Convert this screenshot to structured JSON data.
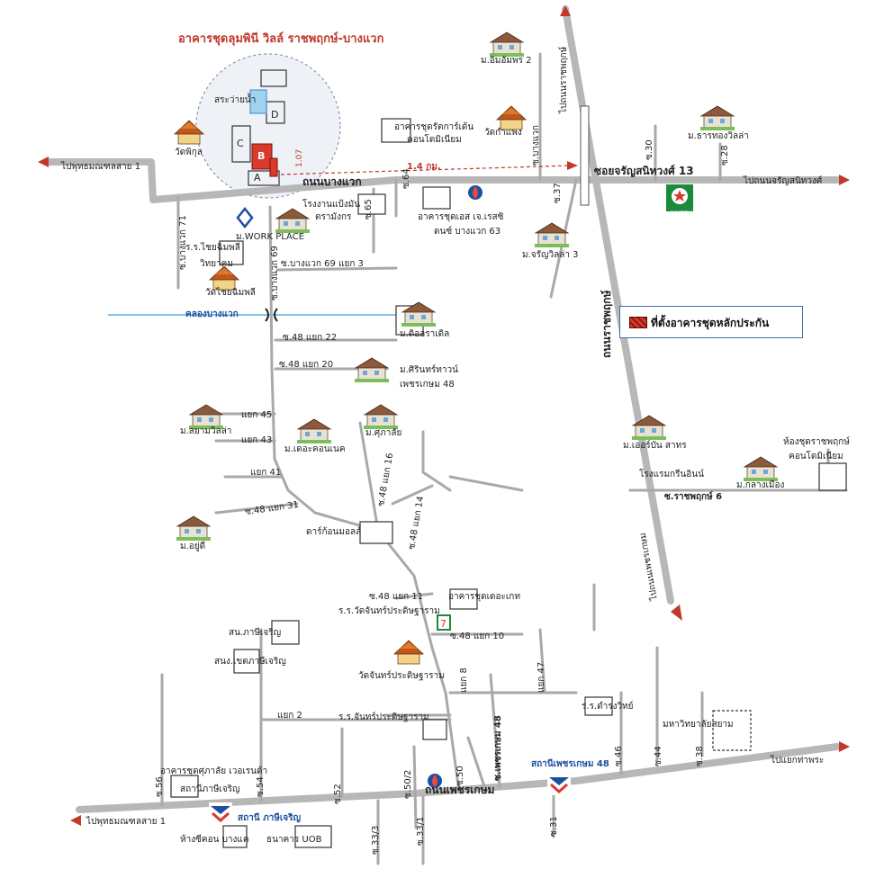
{
  "title": "อาคารชุดลุมพินี วิลล์ ราชพฤกษ์-บางแวก",
  "legend": {
    "label": "ที่ตั้งอาคารชุดหลักประกัน",
    "color": "#d93a2b"
  },
  "inset": {
    "pool": "สระว่ายน้ำ",
    "block_a": "A",
    "block_b": "B",
    "block_c": "C",
    "block_d": "D"
  },
  "distances": {
    "d1": "1.4 กม.",
    "d2": "1.07"
  },
  "roads": {
    "bang_waek": "ถนนบางแวก",
    "phetkasem": "ถนนเพชรเกษม",
    "ratchaphruek": "ถนนราชพฤกษ์",
    "charan13": "ซอยจรัญสนิทวงศ์ 13",
    "to_charan": "ไปถนนจรัญสนิทวงศ์",
    "to_phutthamonthon_top": "ไปพุทธมณฑลสาย 1",
    "to_phutthamonthon_bottom": "ไปพุทธมณฑลสาย 1",
    "to_tha_phra": "ไปแยกท่าพระ",
    "to_ratchaphruek_north": "ไปถนนราชพฤกษ์",
    "to_phetkasem": "ไปถนนเพชรเกษม",
    "canal": "คลองบางแวก"
  },
  "sois": {
    "s71": "ซ.บางแวก 71",
    "s69": "ซ.บางแวก 69",
    "s69_3": "ซ.บางแวก 69 แยก 3",
    "s65": "ซ.65",
    "s64": "ซ.64",
    "s_bang_waek_top": "ซ.บางแวก",
    "s37": "ซ.37",
    "s30": "ซ.30",
    "s28": "ซ.28",
    "s48_22": "ซ.48 แยก 22",
    "s48_20": "ซ.48 แยก 20",
    "y45": "แยก 45",
    "y43": "แยก 43",
    "y41": "แยก 41",
    "s48_31": "ซ.48 แยก 31",
    "s48_16": "ซ.48 แยก 16",
    "s48_14": "ซ.48 แยก 14",
    "s48_11": "ซ.48 แยก 11",
    "s48_10": "ซ.48 แยก 10",
    "s48_8": "แยก 8",
    "s48_7": "แยก 47",
    "rp6": "ซ.ราชพฤกษ์ 6",
    "y2": "แยก 2",
    "s56": "ซ.56",
    "s54": "ซ.54",
    "s52": "ซ.52",
    "s50_2": "ซ.50/2",
    "s50": "ซ.50",
    "s48": "ซ.เพชรเกษม 48",
    "s46": "ซ.46",
    "s44": "ซ.44",
    "s38": "ซ.38",
    "s33_3": "ซ.33/3",
    "s33_1": "ซ.33/1",
    "s31": "ซ.31"
  },
  "places": {
    "m_imsomphon": "ม.อิมอัมพร 2",
    "condo_ratkanton": "อาคารชุดรัตการ์เด้น",
    "condo_ratkanton2": "คอนโดมิเนียม",
    "wat_kamphaeng": "วัดกำแพง",
    "m_thanthong": "ม.ธารทองวิลล่า",
    "wat_phikun": "วัดพิกุล",
    "factory1": "โรงงานแป้งมัน",
    "factory2": "ตรามังกร",
    "condo_sl1": "อาคารชุดเอส เจ.เรสซิ",
    "condo_sl2": "ดนซ์ บางแวก 63",
    "m_workplace": "ม.WORK PLACE",
    "school_chaiyim1": "ร.ร.ไชยฉิมพลี",
    "school_chaiyim2": "วิทยาคม",
    "wat_chaiyim": "วัดไชยฉิมพลี",
    "m_charanvilla": "ม.จรัญวิลล่า 3",
    "m_dioraville": "ม.ดิออราเดิล",
    "m_sirin1": "ม.ศิรินทร์ทาวน์",
    "m_sirin2": "เพชรเกษม 48",
    "m_siam": "ม.สยามวิลล่า",
    "m_connect": "ม.เดอะคอนเนค",
    "m_supalai": "ม.ศุภาลัย",
    "m_airpin": "ม.เออร์บัน สาทร",
    "condo_rp1": "ห้องชุดราชพฤกษ์",
    "condo_rp2": "คอนโดมิเนียม",
    "hotel": "โรงแรมกรีนอินน์",
    "m_klangmueang": "ม.กลางเมือง",
    "m_yudee": "ม.อยู่ดี",
    "dartmall": "ดาร์ก้อนมอลล์",
    "school_watchan": "ร.ร.วัดจันทร์ประดิษฐาราม",
    "condo_detect": "อาคารชุดเดอะเกท",
    "police1": "สน.ภาษีเจริญ",
    "police2": "สนง.เขตภาษีเจริญ",
    "wat_chan": "วัดจันทร์ประดิษฐาราม",
    "school_chan": "ร.ร.จันทร์ประดิษฐาราม",
    "school_damrong": "ร.ร.ดำรงวิทย์",
    "university": "มหาวิทยาลัยสยาม",
    "condo_supalai1": "อาคารชุดศุภาลัย เวอเรนด้า",
    "condo_supalai2": "สถานีภาษีเจริญ",
    "bts_phasi": "สถานี ภาษีเจริญ",
    "bts_phet48": "สถานีเพชรเกษม 48",
    "seacon": "ห้างซีคอน บางแค",
    "uob": "ธนาคาร UOB",
    "caltex": "CALTEX"
  },
  "colors": {
    "road": "#b7b7b7",
    "road_edge": "#9a9a9a",
    "canal": "#7fc3ea",
    "arrow": "#c0392b",
    "building": "#d93a2b"
  }
}
